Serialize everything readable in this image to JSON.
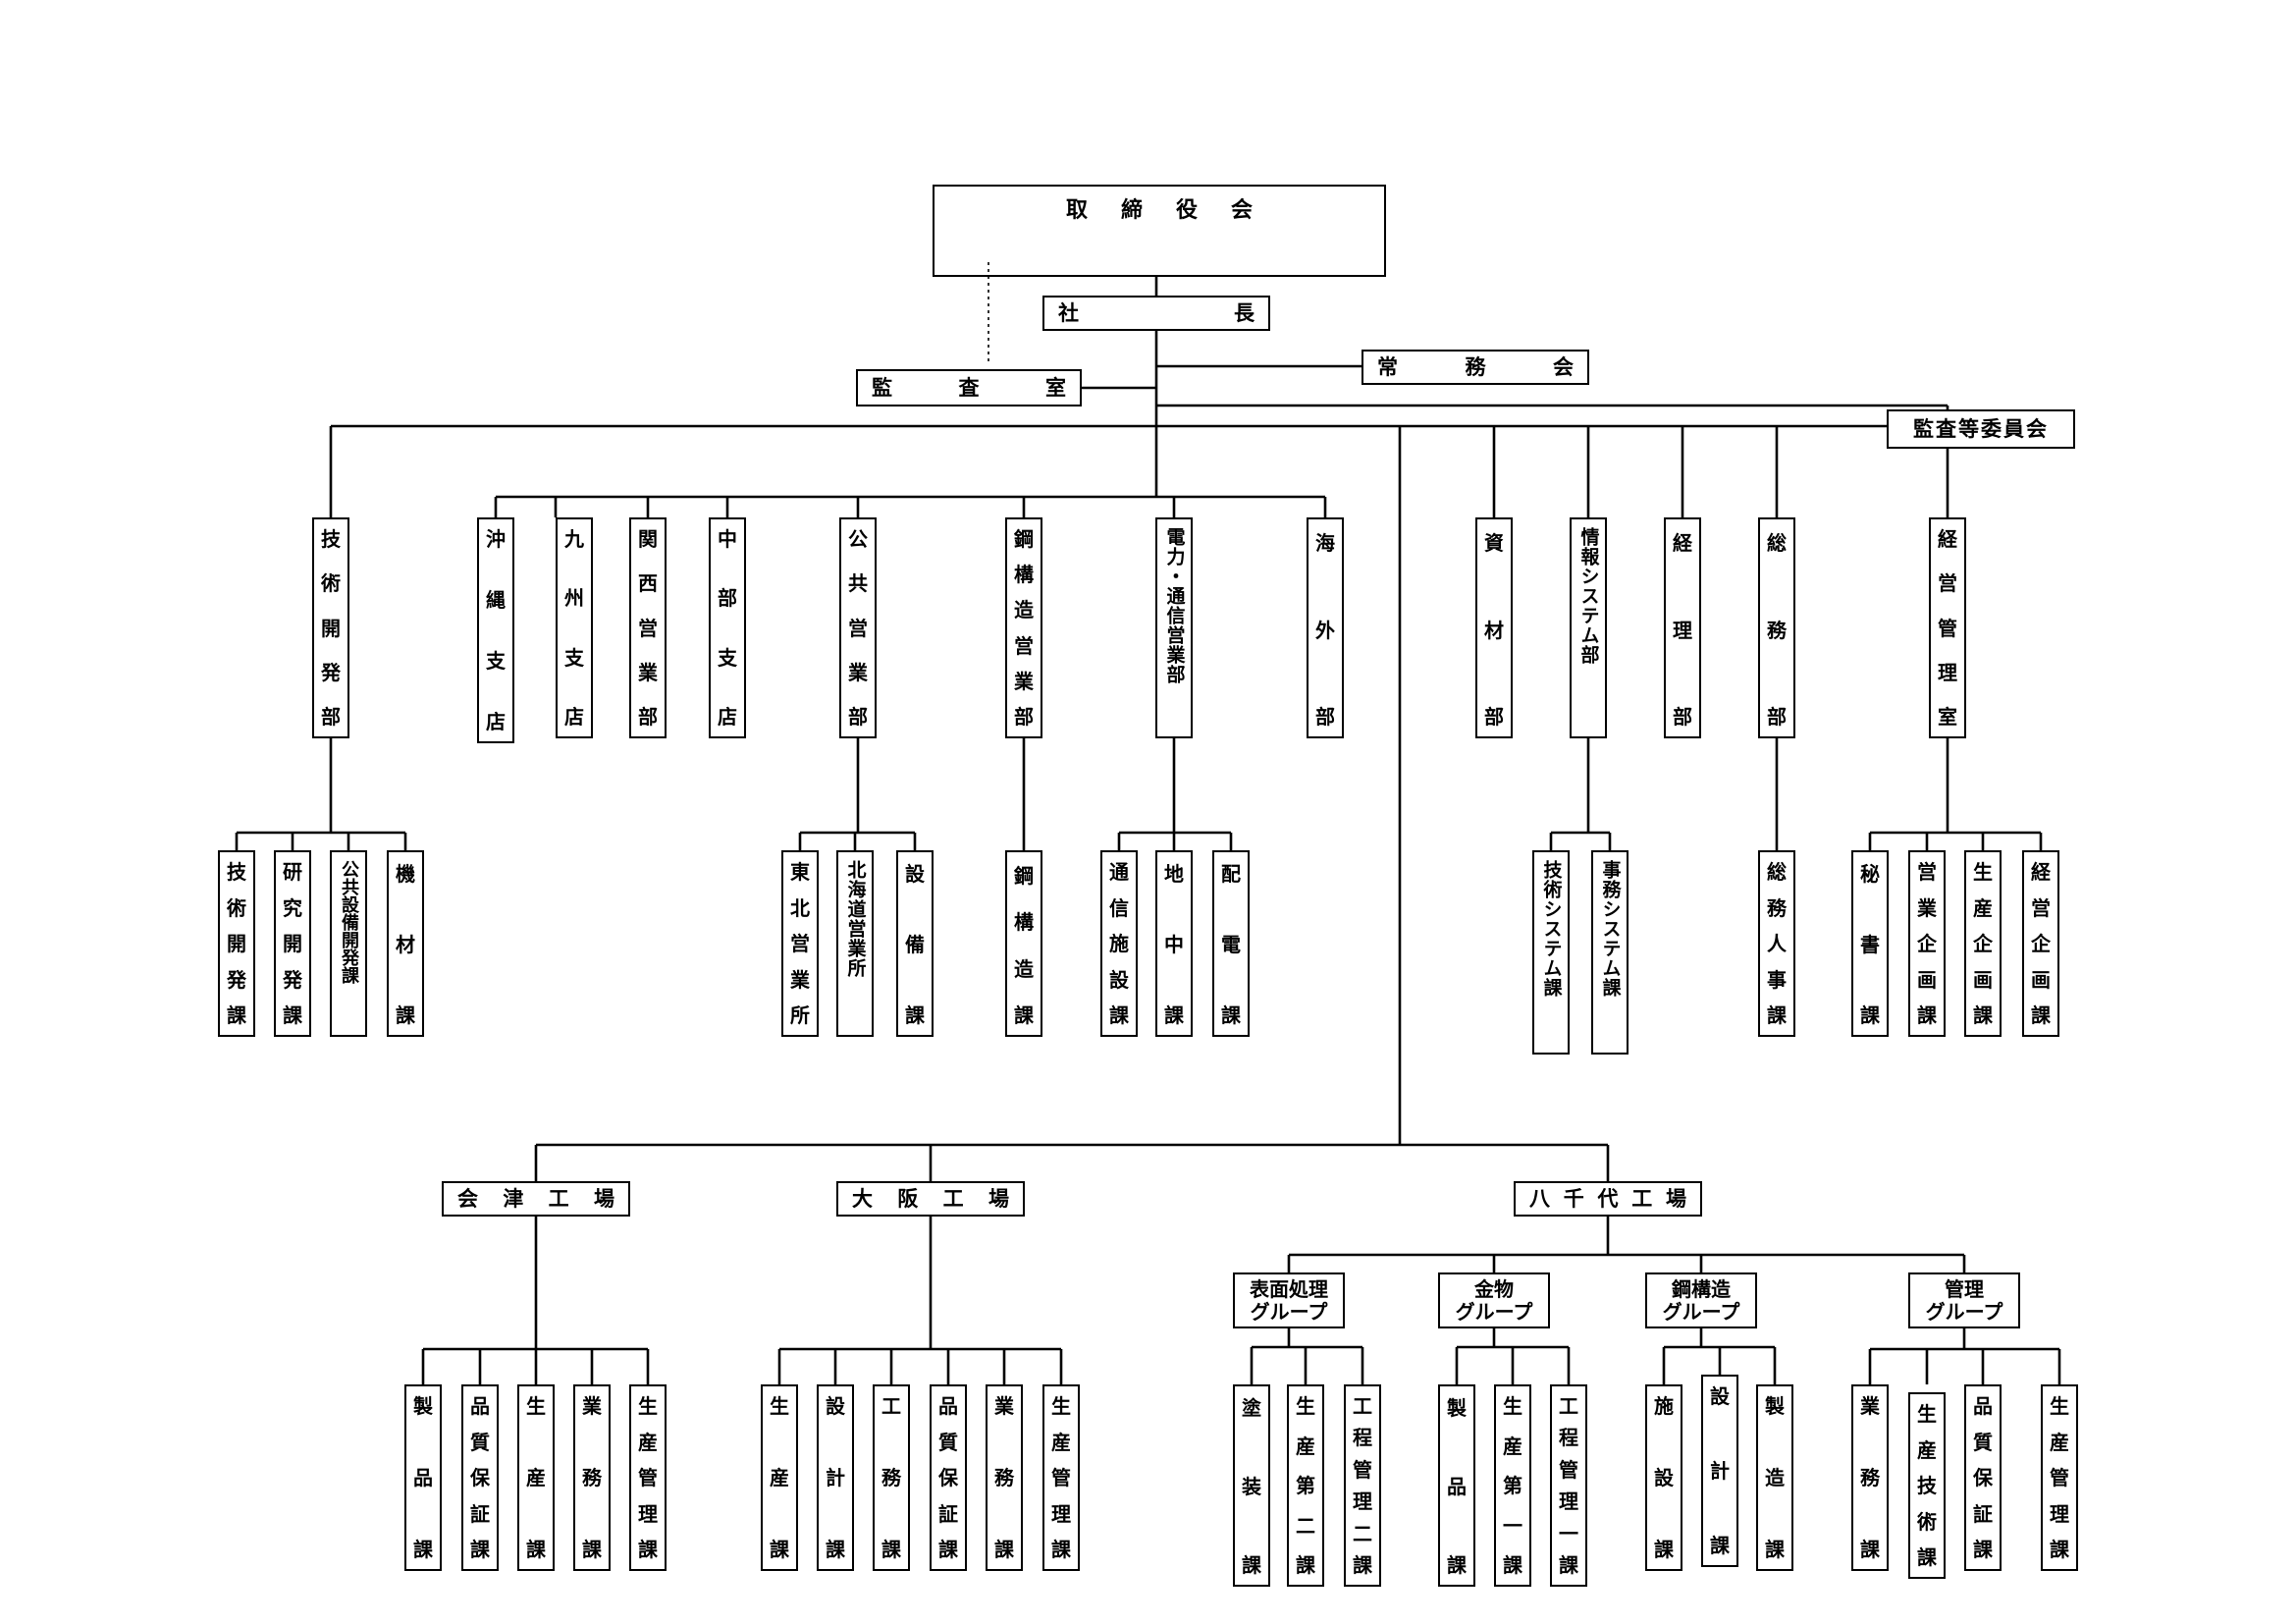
{
  "board": {
    "title": "取締役会",
    "committee": "監査等委員会"
  },
  "president": "社長",
  "audit_office": "監査室",
  "executive_committee": "常務会",
  "departments": [
    {
      "id": "gijutsu-kaihatsu",
      "name": "技術開発部"
    },
    {
      "id": "okinawa",
      "name": "沖縄支店"
    },
    {
      "id": "kyushu",
      "name": "九州支店"
    },
    {
      "id": "kansai",
      "name": "関西営業部"
    },
    {
      "id": "chubu",
      "name": "中部支店"
    },
    {
      "id": "kokyo",
      "name": "公共営業部"
    },
    {
      "id": "kokozo",
      "name": "鋼構造営業部"
    },
    {
      "id": "denryoku",
      "name": "電力・通信営業部"
    },
    {
      "id": "kaigai",
      "name": "海外部"
    },
    {
      "id": "shizai",
      "name": "資材部"
    },
    {
      "id": "joho",
      "name": "情報システム部"
    },
    {
      "id": "keiri",
      "name": "経理部"
    },
    {
      "id": "somu",
      "name": "総務部"
    },
    {
      "id": "keiei",
      "name": "経営管理室"
    }
  ],
  "sections": {
    "gijutsu-kaihatsu": [
      "技術開発課",
      "研究開発課",
      "公共設備開発課",
      "機材課"
    ],
    "kokyo": [
      "東北営業所",
      "北海道営業所",
      "設備課"
    ],
    "kokozo": [
      "鋼構造課"
    ],
    "denryoku": [
      "通信施設課",
      "地中課",
      "配電課"
    ],
    "joho": [
      "技術システム課",
      "事務システム課"
    ],
    "somu": [
      "総務人事課"
    ],
    "keiei": [
      "秘書課",
      "営業企画課",
      "生産企画課",
      "経営企画課"
    ]
  },
  "factories": [
    {
      "id": "aizu",
      "name": "会津工場",
      "sections": [
        "製品課",
        "品質保証課",
        "生産課",
        "業務課",
        "生産管理課"
      ]
    },
    {
      "id": "osaka",
      "name": "大阪工場",
      "sections": [
        "生産課",
        "設計課",
        "工務課",
        "品質保証課",
        "業務課",
        "生産管理課"
      ]
    },
    {
      "id": "yachiyo",
      "name": "八千代工場"
    }
  ],
  "groups": [
    {
      "id": "hyomen",
      "line1": "表面処理",
      "line2": "グループ",
      "sections": [
        "塗装課",
        "生産第二課",
        "工程管理二課"
      ]
    },
    {
      "id": "kanamono",
      "line1": "金物",
      "line2": "グループ",
      "sections": [
        "製品課",
        "生産第一課",
        "工程管理一課"
      ]
    },
    {
      "id": "kokozo-g",
      "line1": "鋼構造",
      "line2": "グループ",
      "sections": [
        "施設課",
        "設計課",
        "製造課"
      ]
    },
    {
      "id": "kanri",
      "line1": "管理",
      "line2": "グループ",
      "sections": [
        "業務課",
        "生産技術課",
        "品質保証課",
        "生産管理課"
      ]
    }
  ]
}
